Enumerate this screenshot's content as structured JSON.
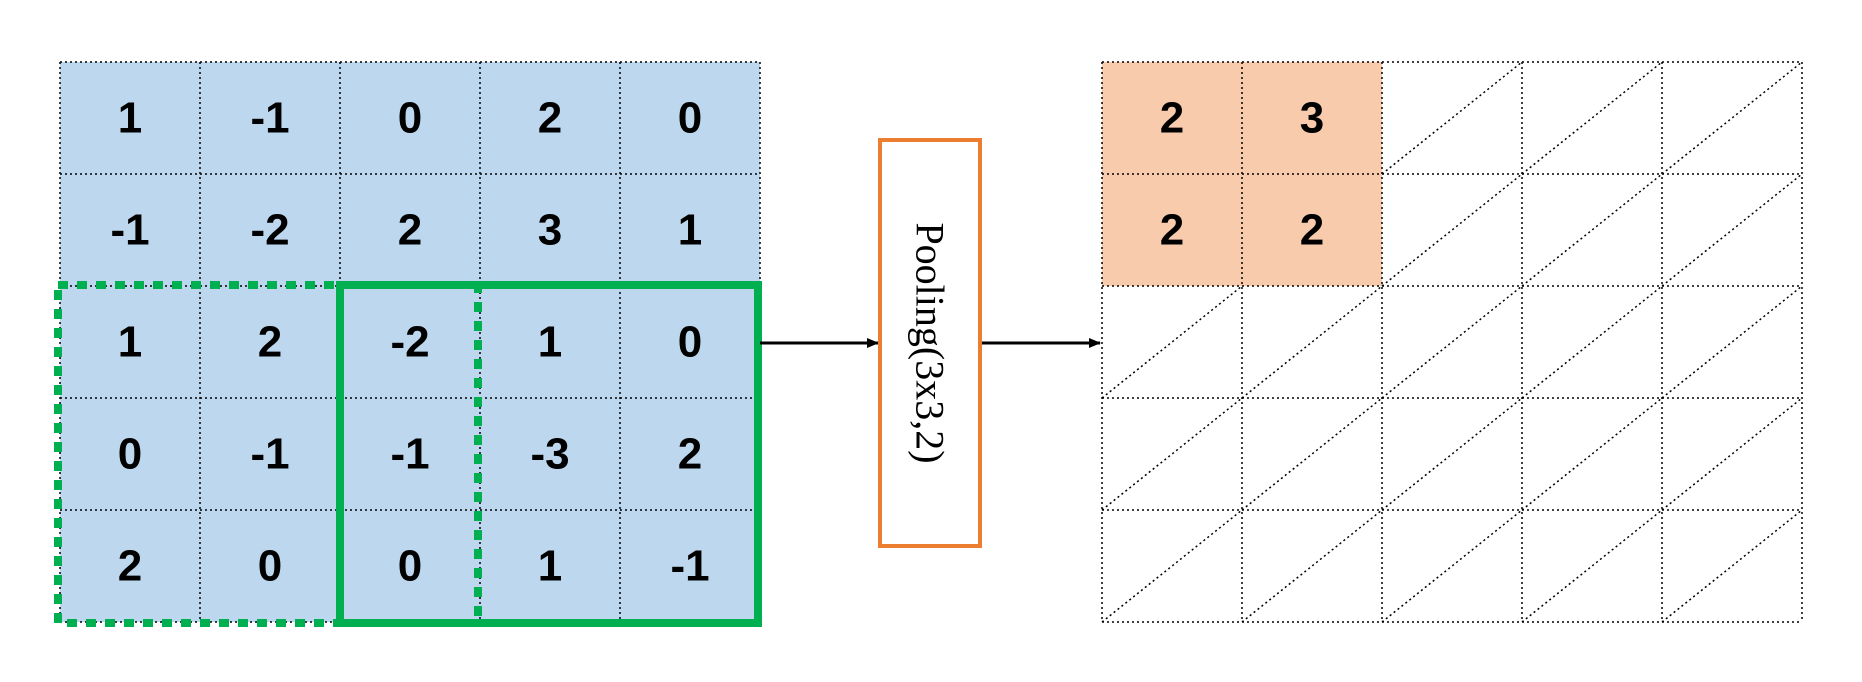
{
  "input_grid": {
    "rows": [
      [
        "1",
        "-1",
        "0",
        "2",
        "0"
      ],
      [
        "-1",
        "-2",
        "2",
        "3",
        "1"
      ],
      [
        "1",
        "2",
        "-2",
        "1",
        "0"
      ],
      [
        "0",
        "-1",
        "-1",
        "-3",
        "2"
      ],
      [
        "2",
        "0",
        "0",
        "1",
        "-1"
      ]
    ],
    "cell_color": "#bdd7ee",
    "window_color": "#00b050"
  },
  "pooling_box": {
    "label": "Pooling(3x3,2)",
    "border_color": "#ed7d31"
  },
  "output_grid": {
    "rows": [
      [
        "2",
        "3",
        "",
        "",
        ""
      ],
      [
        "2",
        "2",
        "",
        "",
        ""
      ],
      [
        "",
        "",
        "",
        "",
        ""
      ],
      [
        "",
        "",
        "",
        "",
        ""
      ],
      [
        "",
        "",
        "",
        "",
        ""
      ]
    ],
    "filled_color": "#f8cbad",
    "filled_cells": 2
  }
}
